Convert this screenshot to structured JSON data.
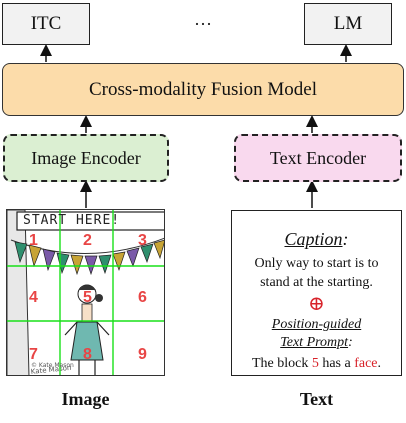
{
  "top_outputs": {
    "left": "ITC",
    "ellipsis": "···",
    "right": "LM"
  },
  "fusion_model": {
    "label": "Cross-modality Fusion Model"
  },
  "image_encoder": {
    "label": "Image Encoder"
  },
  "text_encoder": {
    "label": "Text Encoder"
  },
  "image_panel": {
    "sign_text": "START HERE!",
    "grid_numbers": [
      "1",
      "2",
      "3",
      "4",
      "5",
      "6",
      "7",
      "8",
      "9"
    ],
    "credit": "© Kate Mason"
  },
  "text_panel": {
    "caption_title": "Caption",
    "caption_colon": ":",
    "caption_line1": "Only way to start is to",
    "caption_line2": "stand at the starting.",
    "plus_symbol": "⊕",
    "prompt_title_line1": "Position-guided",
    "prompt_title_line2": "Text Prompt",
    "prompt_colon": ":",
    "prompt_text_before": "The block ",
    "prompt_number": "5",
    "prompt_text_middle": " has a ",
    "prompt_object": "face",
    "prompt_end": "."
  },
  "labels": {
    "image": "Image",
    "text": "Text"
  },
  "colors": {
    "fusion_fill": "#fcdcaa",
    "image_encoder_fill": "#dbefd2",
    "text_encoder_fill": "#f9d9ee",
    "grid_line": "#19e019",
    "highlight_red": "#d8232a"
  }
}
